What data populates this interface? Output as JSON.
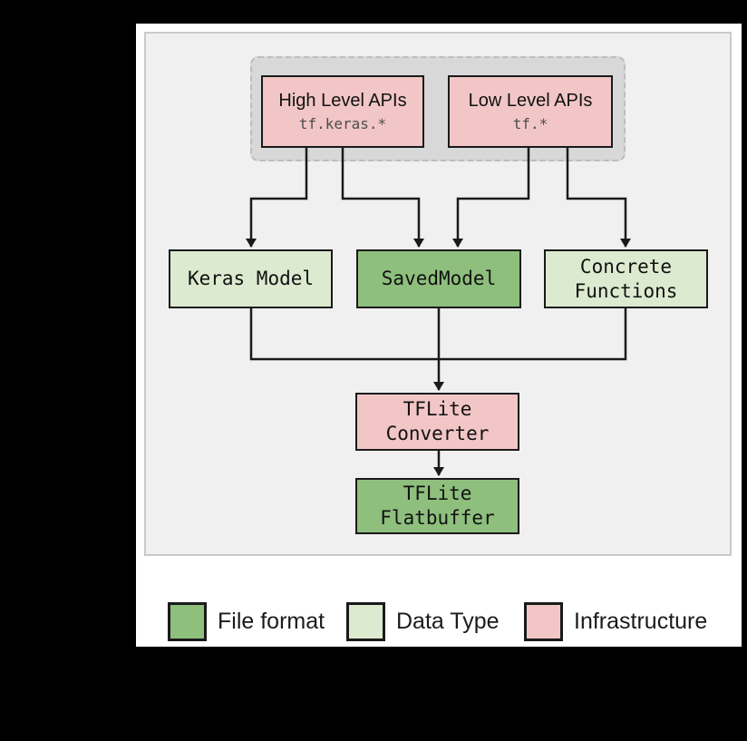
{
  "page": {
    "background": "#000000",
    "panel_background": "#ffffff",
    "diagram_background": "#f0f0f0",
    "apis_group_fill": "#d8d8d8",
    "line_color": "#1a1a1a"
  },
  "colors": {
    "file_format": "#8ebf7d",
    "data_type": "#dceacf",
    "infrastructure": "#f2c6c6"
  },
  "nodes": {
    "high_level_apis": {
      "title": "High Level APIs",
      "subtitle": "tf.keras.*",
      "type": "infrastructure"
    },
    "low_level_apis": {
      "title": "Low Level APIs",
      "subtitle": "tf.*",
      "type": "infrastructure"
    },
    "keras_model": {
      "label": "Keras Model",
      "type": "data_type"
    },
    "saved_model": {
      "label": "SavedModel",
      "type": "file_format"
    },
    "concrete_functions": {
      "line1": "Concrete",
      "line2": "Functions",
      "type": "data_type"
    },
    "tflite_converter": {
      "line1": "TFLite",
      "line2": "Converter",
      "type": "infrastructure"
    },
    "tflite_flatbuffer": {
      "line1": "TFLite",
      "line2": "Flatbuffer",
      "type": "file_format"
    }
  },
  "edges": [
    {
      "from": "high_level_apis",
      "to": "keras_model"
    },
    {
      "from": "high_level_apis",
      "to": "saved_model"
    },
    {
      "from": "low_level_apis",
      "to": "saved_model"
    },
    {
      "from": "low_level_apis",
      "to": "concrete_functions"
    },
    {
      "from": "keras_model",
      "to": "tflite_converter"
    },
    {
      "from": "saved_model",
      "to": "tflite_converter"
    },
    {
      "from": "concrete_functions",
      "to": "tflite_converter"
    },
    {
      "from": "tflite_converter",
      "to": "tflite_flatbuffer"
    }
  ],
  "legend": {
    "file_format": {
      "label": "File format",
      "color": "#8ebf7d"
    },
    "data_type": {
      "label": "Data Type",
      "color": "#dceacf"
    },
    "infrastructure": {
      "label": "Infrastructure",
      "color": "#f2c6c6"
    }
  }
}
